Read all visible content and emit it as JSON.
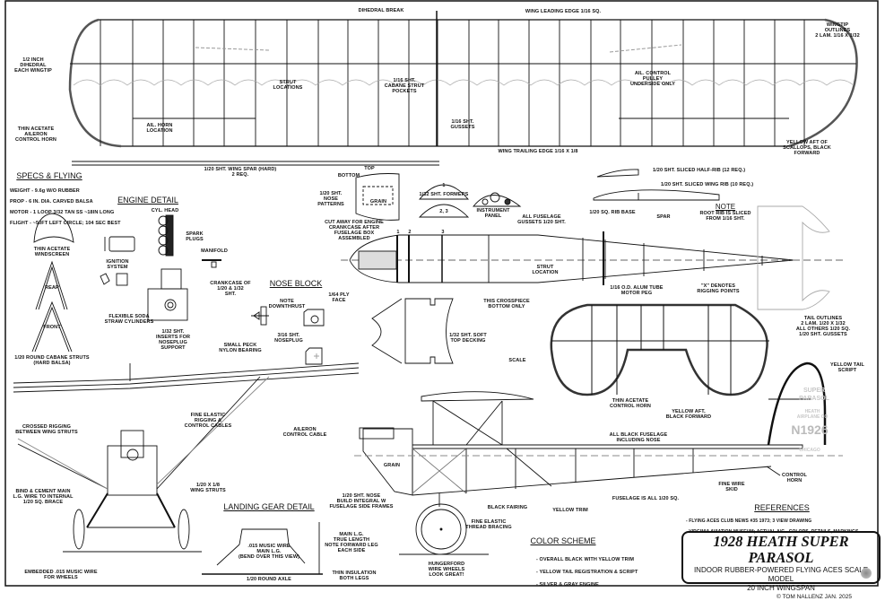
{
  "title_block": {
    "title": "1928 HEATH SUPER PARASOL",
    "subtitle": "INDOOR RUBBER-POWERED FLYING ACES SCALE MODEL",
    "wingspan": "20 INCH WINGSPAN",
    "credit": "© TOM NALLENZ  JAN. 2025"
  },
  "headings": {
    "specs": "SPECS & FLYING",
    "engine": "ENGINE DETAIL",
    "nose_block": "NOSE BLOCK",
    "landing_gear": "LANDING GEAR DETAIL",
    "color_scheme": "COLOR SCHEME",
    "references": "REFERENCES",
    "note": "NOTE"
  },
  "specs": [
    "WEIGHT - 9.6g W/O RUBBER",
    "PROP - 6 IN. DIA. CARVED BALSA",
    "MOTOR - 1 LOOP 3/32 TAN SS ~18IN LONG",
    "FLIGHT - ~50FT LEFT CIRCLE; 104 SEC BEST"
  ],
  "color_scheme": [
    "- OVERALL BLACK WITH YELLOW TRIM",
    "- YELLOW TAIL REGISTRATION & SCRIPT",
    "- SILVER & GRAY ENGINE"
  ],
  "references": [
    "- FLYING ACES CLUB NEWS #35 1973; 3 VIEW DRAWING",
    "- VIRGINIA AVIATION MUSEUM; ACTUAL A/C - COLORS, DETAILS, MARKINGS"
  ],
  "tail_markings": {
    "script1": "SUPER",
    "script2": "PARASOL",
    "script3": "HEATH",
    "script4": "AIRPLANE CO",
    "registration": "N1926",
    "city": "CHICAGO"
  },
  "labels": {
    "dihedral_break": "DIHEDRAL BREAK",
    "leading_edge": "WING LEADING EDGE 1/16 SQ.",
    "wingtip_outlines": "WINGTIP OUTLINES\n2 LAM. 1/16 X 1/32",
    "half_inch_dihedral": "1/2 INCH\nDIHEDRAL\nEACH WINGTIP",
    "strut_locations": "STRUT\nLOCATIONS",
    "cabane_pockets": "1/16 SHT.\nCABANE STRUT\nPOCKETS",
    "ail_pulley": "AIL. CONTROL\nPULLEY\nUNDERSIDE ONLY",
    "acetate_aileron_horn": "THIN ACETATE\nAILERON\nCONTROL HORN",
    "ail_horn_location": "AIL. HORN\nLOCATION",
    "gussets": "1/16 SHT.\nGUSSETS",
    "yellow_aft_scallops": "YELLOW AFT OF\nSCALLOPS, BLACK\nFORWARD",
    "trailing_edge": "WING TRAILING EDGE 1/16 X 1/8",
    "wing_spar": "1/20 SHT. WING SPAR (HARD)\n2 REQ.",
    "top": "TOP",
    "bottom": "BOTTOM",
    "nose_patterns": "1/20 SHT.\nNOSE\nPATTERNS",
    "grain": "GRAIN",
    "cut_away": "CUT AWAY FOR ENGINE\nCRANKCASE AFTER\nFUSELAGE BOX\nASSEMBLED",
    "former1": "1",
    "formers": "1/32 SHT. FORMERS",
    "former23": "2, 3",
    "instrument_panel": "INSTRUMENT\nPANEL",
    "fuselage_gussets": "ALL FUSELAGE\nGUSSETS 1/20 SHT.",
    "strut_location": "STRUT\nLOCATION",
    "station1": "1",
    "station2": "2",
    "station3": "3",
    "crosspiece": "THIS CROSSPIECE\nBOTTOM ONLY",
    "half_rib": "1/20 SHT. SLICED HALF-RIB (12 REQ.)",
    "wing_rib": "1/20 SHT. SLICED WING RIB (10 REQ.)",
    "rib_base": "1/20 SQ. RIB BASE",
    "spar": "SPAR",
    "root_rib": "ROOT RIB IS SLICED\nFROM 1/16 SHT.",
    "motor_peg": "1/16 O.D. ALUM TUBE\nMOTOR PEG",
    "rigging_points": "\"X\" DENOTES\nRIGGING POINTS",
    "cyl_head": "CYL. HEAD",
    "spark_plugs": "SPARK\nPLUGS",
    "manifold": "MANIFOLD",
    "ignition": "IGNITION\nSYSTEM",
    "crankcase": "CRANKCASE OF\n1/20 & 1/32\nSHT.",
    "windscreen": "THIN ACETATE\nWINDSCREEN",
    "rear": "REAR",
    "front": "FRONT",
    "cabane_struts": "1/20 ROUND CABANE STRUTS\n(HARD BALSA)",
    "soda_straw": "FLEXIBLE SODA\nSTRAW CYLINDERS",
    "inserts": "1/32 SHT.\nINSERTS FOR\nNOSEPLUG\nSUPPORT",
    "downthrust": "NOTE\nDOWNTHRUST",
    "ply_face": "1/64 PLY\nFACE",
    "nylon_bearing": "SMALL PECK\nNYLON BEARING",
    "noseplug": "3/16 SHT.\nNOSEPLUG",
    "top_decking": "1/32 SHT. SOFT\nTOP DECKING",
    "scale": "SCALE",
    "tail_outlines": "TAIL OUTLINES\n2 LAM. 1/20 X 1/32\nALL OTHERS 1/20 SQ.\n1/20 SHT. GUSSETS",
    "yellow_tail_script": "YELLOW TAIL\nSCRIPT",
    "acetate_control_horn": "THIN ACETATE\nCONTROL HORN",
    "yellow_aft_black_fwd": "YELLOW AFT,\nBLACK FORWARD",
    "all_black_fuselage": "ALL BLACK FUSELAGE\nINCLUDING NOSE",
    "crossed_rigging": "CROSSED RIGGING\nBETWEEN WING STRUTS",
    "fine_elastic_rigging": "FINE ELASTIC\nRIGGING &\nCONTROL CABLES",
    "aileron_cable": "AILERON\nCONTROL CABLE",
    "wing_struts": "1/20 X 1/8\nWING STRUTS",
    "bind_cement": "BIND & CEMENT MAIN\nL.G. WIRE TO INTERNAL\n1/20 SQ. BRACE",
    "music_wire": ".015 MUSIC WIRE\nMAIN L.G.\n(BEND OVER THIS VIEW)",
    "main_lg": "MAIN L.G.\nTRUE LENGTH\nNOTE FORWARD LEG\nEACH SIDE",
    "insulation": "THIN INSULATION\nBOTH LEGS",
    "embedded_wire": "EMBEDDED .015 MUSIC WIRE\nFOR WHEELS",
    "round_axle": "1/20 ROUND AXLE",
    "grain_side": "GRAIN",
    "nose_integral": "1/20 SHT. NOSE\nBUILD INTEGRAL W\nFUSELAGE SIDE FRAMES",
    "black_fairing": "BLACK FAIRING",
    "yellow_trim": "YELLOW TRIM",
    "thread_bracing": "FINE ELASTIC\nTHREAD BRACING",
    "hungerford": "HUNGERFORD\nWIRE WHEELS\nLOOK GREAT!",
    "fuselage_sq": "FUSELAGE IS ALL 1/20 SQ.",
    "wire_skid": "FINE WIRE\nSKID",
    "control_horn": "CONTROL\nHORN"
  }
}
